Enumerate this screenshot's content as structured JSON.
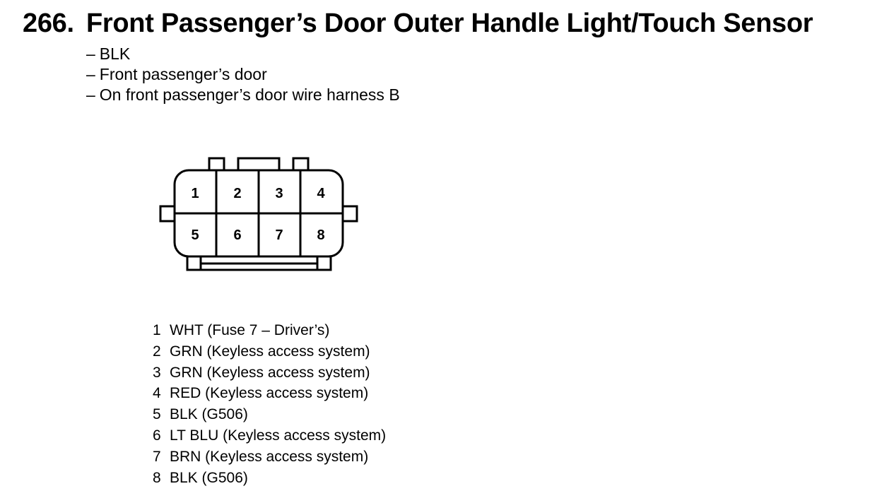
{
  "header": {
    "number": "266.",
    "title": "Front Passenger’s Door Outer Handle Light/Touch Sensor"
  },
  "details": [
    {
      "dash": "–",
      "text": "BLK"
    },
    {
      "dash": "–",
      "text": "Front passenger’s door"
    },
    {
      "dash": "–",
      "text": "On front passenger’s door wire harness B"
    }
  ],
  "connector": {
    "cavities": [
      "1",
      "2",
      "3",
      "4",
      "5",
      "6",
      "7",
      "8"
    ]
  },
  "pins": [
    {
      "number": "1",
      "description": "WHT (Fuse 7 – Driver’s)"
    },
    {
      "number": "2",
      "description": "GRN (Keyless access system)"
    },
    {
      "number": "3",
      "description": "GRN (Keyless access system)"
    },
    {
      "number": "4",
      "description": "RED (Keyless access system)"
    },
    {
      "number": "5",
      "description": "BLK (G506)"
    },
    {
      "number": "6",
      "description": "LT BLU (Keyless access system)"
    },
    {
      "number": "7",
      "description": "BRN (Keyless access system)"
    },
    {
      "number": "8",
      "description": "BLK (G506)"
    }
  ]
}
